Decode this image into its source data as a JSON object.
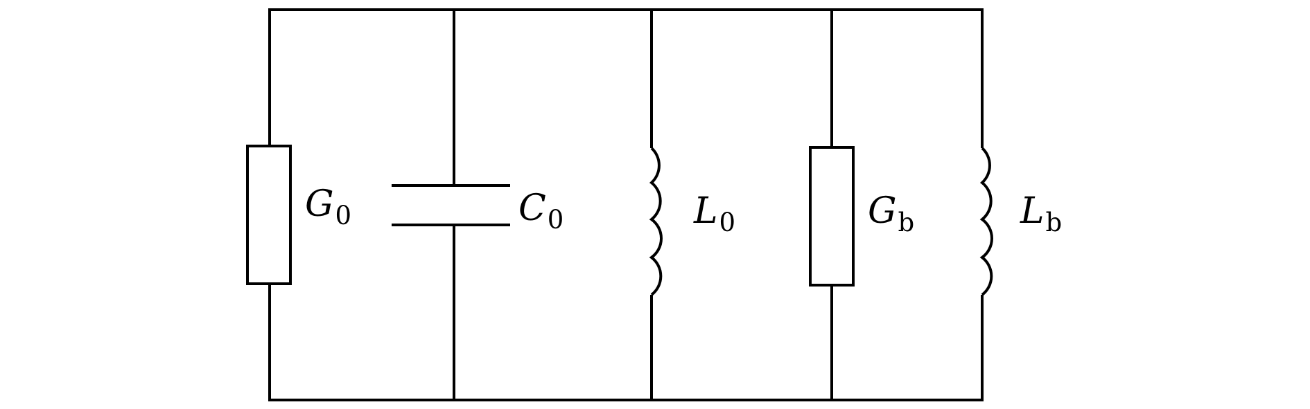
{
  "diagram": {
    "type": "parallel circuit",
    "components": [
      {
        "kind": "resistor",
        "symbol": "G",
        "subscript": "0"
      },
      {
        "kind": "capacitor",
        "symbol": "C",
        "subscript": "0"
      },
      {
        "kind": "inductor",
        "symbol": "L",
        "subscript": "0"
      },
      {
        "kind": "resistor",
        "symbol": "G",
        "subscript": "b"
      },
      {
        "kind": "inductor",
        "symbol": "L",
        "subscript": "b"
      }
    ],
    "colors": {
      "stroke": "#000000",
      "background": "#ffffff"
    }
  }
}
